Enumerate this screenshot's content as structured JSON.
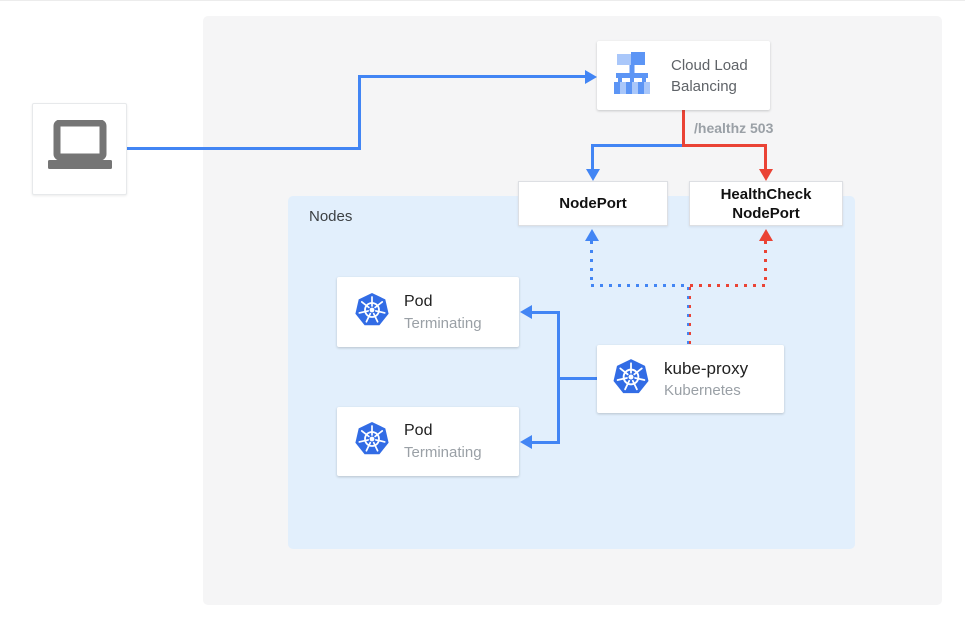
{
  "colors": {
    "line_blue": "#4285F4",
    "line_red": "#EA4335",
    "k8s_blue": "#326CE5",
    "icon_blue": "#5C95F5",
    "icon_blue_light": "#A9C7FA",
    "canvas_bg": "#F5F5F6",
    "nodes_bg": "#E2EFFC",
    "title_text": "#212121",
    "subtitle_text": "#9AA0A6",
    "clb_text": "#5F6368",
    "laptop_gray": "#757575"
  },
  "client": {
    "icon": "laptop-icon"
  },
  "cloud_load_balancing": {
    "label": "Cloud Load Balancing",
    "icon": "load-balancer-icon"
  },
  "edge_labels": {
    "healthz": "/healthz 503"
  },
  "nodeport": {
    "label": "NodePort"
  },
  "healthcheck_nodeport": {
    "label": "HealthCheck NodePort"
  },
  "nodes_group": {
    "label": "Nodes"
  },
  "pods": [
    {
      "title": "Pod",
      "subtitle": "Terminating",
      "icon": "kubernetes-icon"
    },
    {
      "title": "Pod",
      "subtitle": "Terminating",
      "icon": "kubernetes-icon"
    }
  ],
  "kube_proxy": {
    "title": "kube-proxy",
    "subtitle": "Kubernetes",
    "icon": "kubernetes-icon"
  }
}
